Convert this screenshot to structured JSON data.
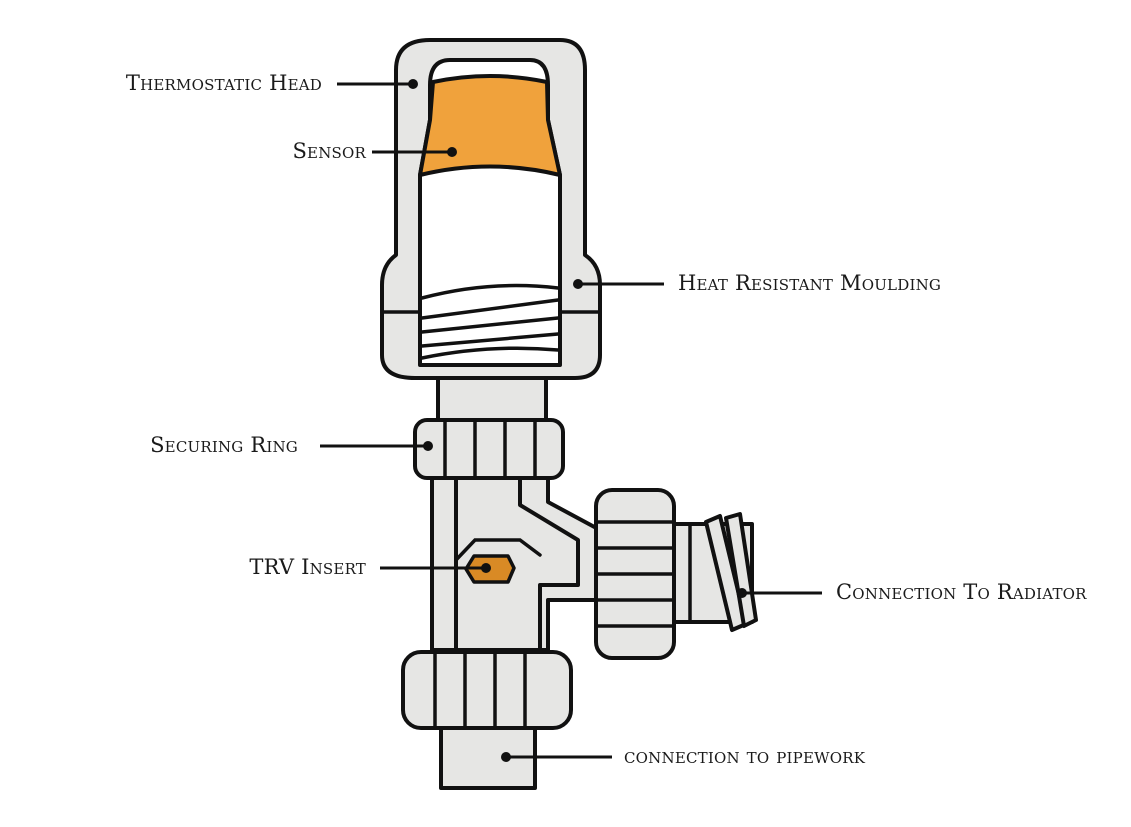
{
  "colors": {
    "body": "#e6e6e4",
    "outline": "#111111",
    "sensor": "#f0a23c",
    "trv_insert": "#d98a25",
    "background": "#ffffff"
  },
  "labels": {
    "thermostatic_head": "Thermostatic Head",
    "sensor": "Sensor",
    "heat_resistant_moulding": "Heat Resistant Moulding",
    "securing_ring": "Securing Ring",
    "trv_insert": "TRV Insert",
    "connection_to_radiator": "Connection To Radiator",
    "connection_to_pipework": "connection to pipework"
  }
}
